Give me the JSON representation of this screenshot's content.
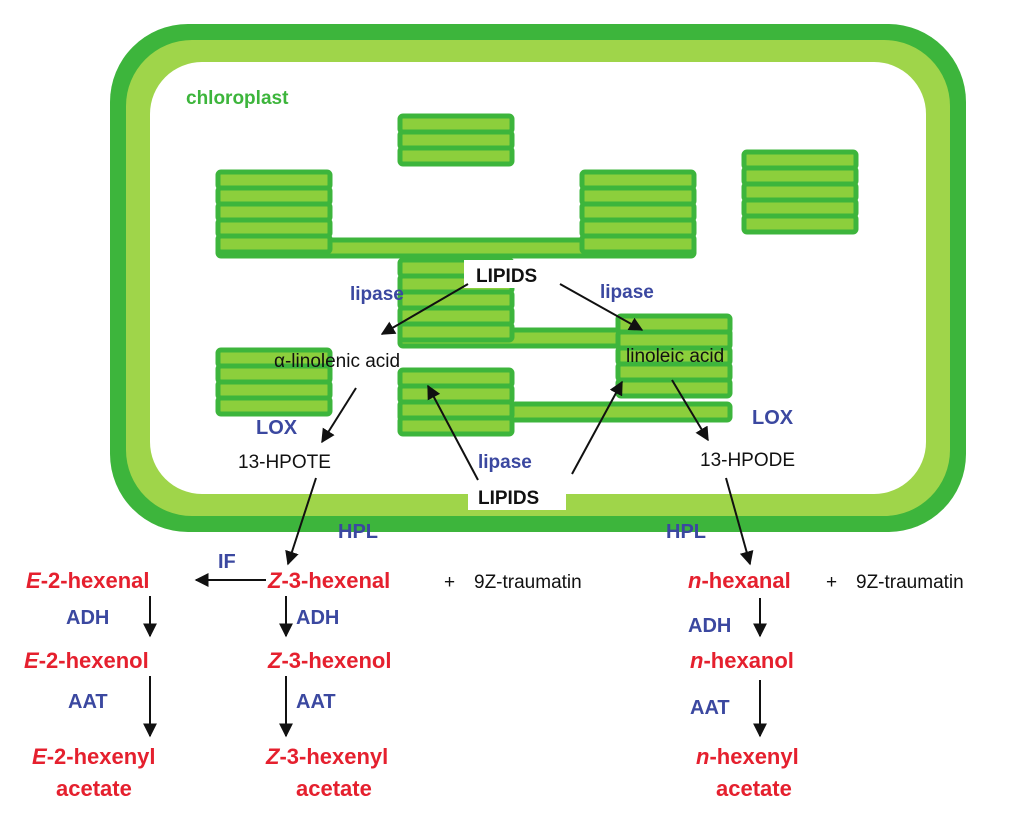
{
  "colors": {
    "membrane_outer": "#3db53c",
    "membrane_inner": "#9fd54a",
    "thylakoid_fill": "#8ccf3c",
    "thylakoid_stroke": "#3db53c",
    "enzyme_blue": "#3b48a0",
    "product_red": "#e5202e",
    "text_black": "#111111"
  },
  "labels": {
    "chloroplast": "chloroplast",
    "lipids_top": "LIPIDS",
    "lipids_bottom": "LIPIDS",
    "lipase_left": "lipase",
    "lipase_right": "lipase",
    "lipase_bottom": "lipase",
    "alpha_linolenic_symbol": "α",
    "alpha_linolenic_rest": "-linolenic acid",
    "linoleic_acid": "linoleic acid",
    "lox_left": "LOX",
    "lox_right": "LOX",
    "hpote": "13-HPOTE",
    "hpode": "13-HPODE",
    "hpl_left": "HPL",
    "hpl_right": "HPL",
    "if": "IF",
    "plus_left": "+",
    "traumatin_left": "9Z-traumatin",
    "plus_right": "+",
    "traumatin_right": "9Z-traumatin",
    "adh_1": "ADH",
    "adh_2": "ADH",
    "adh_3": "ADH",
    "aat_1": "AAT",
    "aat_2": "AAT",
    "aat_3": "AAT"
  },
  "products": {
    "e2_hexenal": {
      "prefix": "E",
      "rest": "-2-hexenal"
    },
    "e2_hexenol": {
      "prefix": "E",
      "rest": "-2-hexenol"
    },
    "e2_hexenyl": {
      "prefix": "E",
      "rest": "-2-hexenyl"
    },
    "e2_acetate": "acetate",
    "z3_hexenal": {
      "prefix": "Z",
      "rest": "-3-hexenal"
    },
    "z3_hexenol": {
      "prefix": "Z",
      "rest": "-3-hexenol"
    },
    "z3_hexenyl": {
      "prefix": "Z",
      "rest": "-3-hexenyl"
    },
    "z3_acetate": "acetate",
    "n_hexanal": {
      "prefix": "n",
      "rest": "-hexanal"
    },
    "n_hexanol": {
      "prefix": "n",
      "rest": "-hexanol"
    },
    "n_hexenyl": {
      "prefix": "n",
      "rest": "-hexenyl"
    },
    "n_acetate": "acetate"
  }
}
